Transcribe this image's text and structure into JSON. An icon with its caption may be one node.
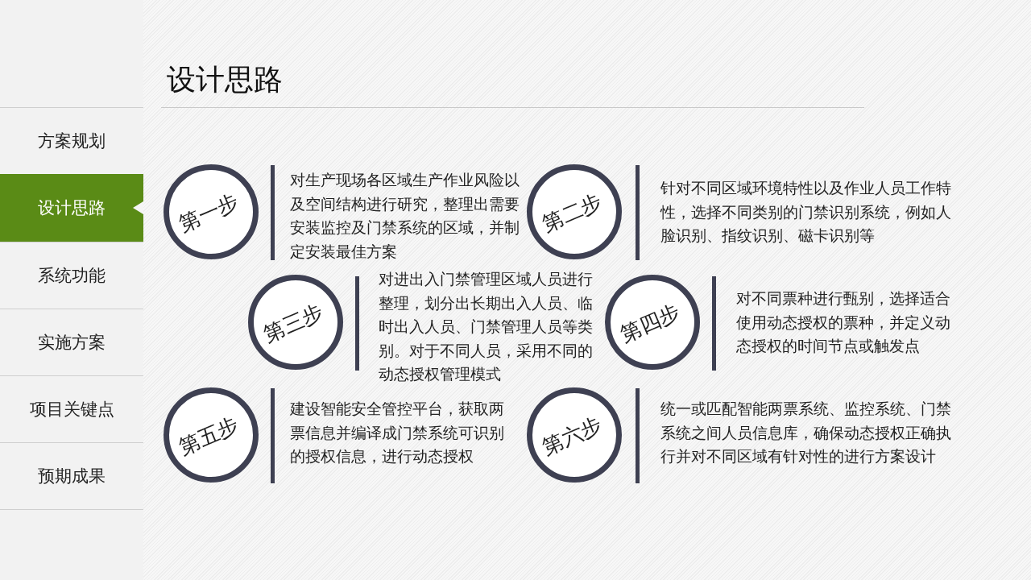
{
  "diagram": {
    "title": "设计思路",
    "nodes": [
      {
        "text": [
          "方案规划"
        ]
      },
      {
        "text": [
          "设计思路"
        ]
      },
      {
        "text": [
          "系统功能"
        ]
      },
      {
        "text": [
          "实施方案"
        ]
      },
      {
        "text": [
          "项目关键点"
        ]
      },
      {
        "text": [
          "预期成果"
        ]
      },
      {
        "text": [
          "第一步"
        ]
      },
      {
        "text": [
          "第二步"
        ]
      },
      {
        "text": [
          "第三步"
        ]
      },
      {
        "text": [
          "第四步"
        ]
      },
      {
        "text": [
          "第五步"
        ]
      },
      {
        "text": [
          "第六步"
        ]
      }
    ],
    "labels": [
      "对生产现场各区域生产作业风险以及空间结构进行研究，整理出需要安装监控及门禁系统的区域，并制定安装最佳方案",
      "针对不同区域环境特性以及作业人员工作特性，选择不同类别的门禁识别系统，例如人脸识别、指纹识别、磁卡识别等",
      "对进出入门禁管理区域人员进行整理，划分出长期出入人员、临时出入人员、门禁管理人员等类别。对于不同人员，采用不同的动态授权管理模式",
      "对不同票种进行甄别，选择适合使用动态授权的票种，并定义动态授权的时间节点或触发点",
      "建设智能安全管控平台，获取两票信息并编译成门禁系统可识别的授权信息，进行动态授权",
      "统一或匹配智能两票系统、监控系统、门禁系统之间人员信息库，确保动态授权正确执行并对不同区域有针对性的进行方案设计"
    ]
  }
}
